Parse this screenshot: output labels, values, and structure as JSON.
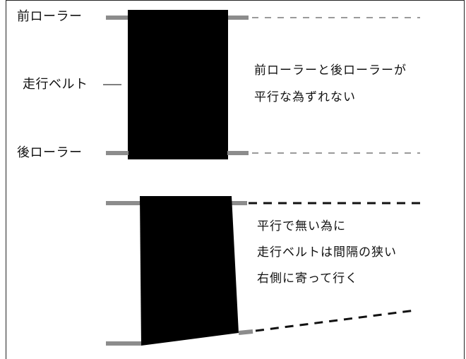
{
  "top_diagram": {
    "front_roller_label": "前ローラー",
    "belt_label": "走行ベルト",
    "rear_roller_label": "後ローラー",
    "description_lines": [
      "前ローラーと後ローラーが",
      "平行な為ずれない"
    ]
  },
  "bottom_diagram": {
    "description_lines": [
      "平行で無い為に",
      "走行ベルトは間隔の狭い",
      "右側に寄って行く"
    ]
  },
  "colors": {
    "belt": "#000000",
    "roller": "#8c8c8c",
    "dash_light": "#9a9a9a",
    "dash_dark": "#111111"
  }
}
